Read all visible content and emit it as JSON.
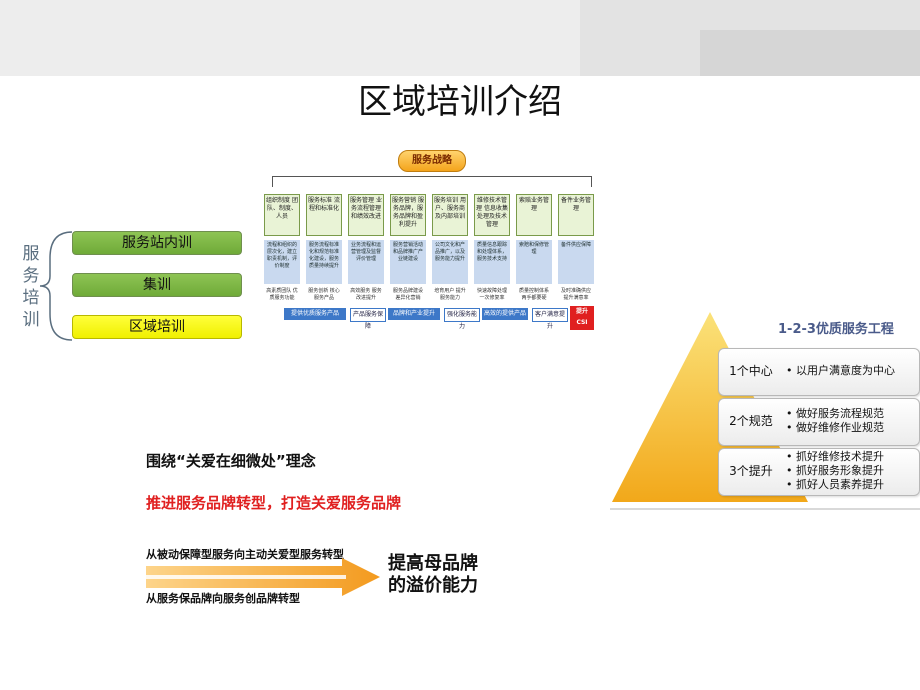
{
  "slide": {
    "title": "区域培训介绍"
  },
  "training": {
    "title_chars": [
      "服",
      "务",
      "培",
      "训"
    ],
    "items": [
      {
        "label": "服务站内训",
        "color": "#7bb545"
      },
      {
        "label": "集训",
        "color": "#7bb545"
      },
      {
        "label": "区域培训",
        "color": "#ffff1a"
      }
    ]
  },
  "strategy": {
    "badge": "服务战略",
    "columns": [
      {
        "head": "组织制度 团队、制度、人员",
        "body": "流程和组织的层次化，建立职责机制，评价制度",
        "foot": "高素质团队 优质服务功能"
      },
      {
        "head": "服务标准 流程和标准化",
        "body": "服务流程标准化和规范标准化建设，服务质量持续提升",
        "foot": "服务创新 核心服务产品"
      },
      {
        "head": "服务管理 业务流程管理和绩效改进",
        "body": "业务流程和运营管理及监督评价管理",
        "foot": "高效服务 服务改进提升"
      },
      {
        "head": "服务营销 服务品牌，服务品牌和盈利提升",
        "body": "服务营销活动和品牌推广产业链建设",
        "foot": "服务品牌建设 差异化营销"
      },
      {
        "head": "服务培训 用户、服务商及内部培训",
        "body": "公司文化和产品推广，以及服务能力提升",
        "foot": "培育用户 提升服务能力"
      },
      {
        "head": "维修技术管理 信息收集处理及技术管理",
        "body": "质量信息跟踪和处理体系，服务技术支持",
        "foot": "快速故障处理 一次修复率"
      },
      {
        "head": "索赔业务管理",
        "body": "索赔和保修管理",
        "foot": "质量控制体系 两手都要硬"
      },
      {
        "head": "备件业务管理",
        "body": "备件供应保障",
        "foot": "及时准确供应 提升满意率"
      }
    ],
    "flow": [
      "提供优质服务产品",
      "产品服务保障",
      "品牌和产业提升",
      "强化服务能力",
      "高效的提供产品的配套服务",
      "客户满意提升"
    ],
    "csi_top": "提升",
    "csi_bottom": "CSI"
  },
  "pyramid": {
    "title": "1-2-3优质服务工程",
    "tiers": [
      {
        "label": "1个中心",
        "lines": [
          "以用户满意度为中心"
        ]
      },
      {
        "label": "2个规范",
        "lines": [
          "做好服务流程规范",
          "做好维修作业规范"
        ]
      },
      {
        "label": "3个提升",
        "lines": [
          "抓好维修技术提升",
          "抓好服务形象提升",
          "抓好人员素养提升"
        ]
      }
    ]
  },
  "concept": {
    "line": "围绕“关爱在细微处”理念",
    "brand": "推进服务品牌转型，打造关爱服务品牌",
    "arrow_top": "从被动保障型服务向主动关爱型服务转型",
    "arrow_bottom": "从服务保品牌向服务创品牌转型",
    "goal_line1": "提高母品牌",
    "goal_line2": "的溢价能力",
    "arrow_color": "#f39a1e"
  }
}
